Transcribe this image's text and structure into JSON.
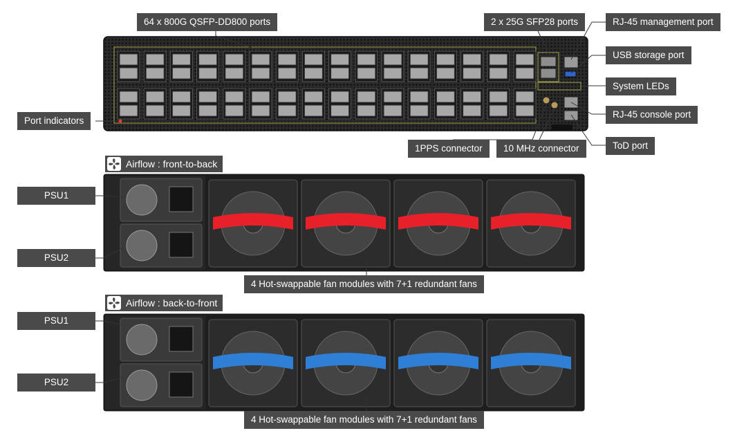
{
  "front": {
    "ports_label": "64 x 800G QSFP-DD800 ports",
    "sfp_label": "2 x 25G SFP28 ports",
    "mgmt_label": "RJ-45 management port",
    "usb_label": "USB storage port",
    "leds_label": "System LEDs",
    "console_label": "RJ-45 console port",
    "tod_label": "ToD port",
    "pps_label": "1PPS connector",
    "mhz_label": "10 MHz connector",
    "indicators_label": "Port indicators"
  },
  "rear_f2b": {
    "airflow_label": "Airflow : front-to-back",
    "psu1_label": "PSU1",
    "psu2_label": "PSU2",
    "fans_label": "4 Hot-swappable fan modules with 7+1 redundant fans",
    "handle_color": "#e8202a"
  },
  "rear_b2f": {
    "airflow_label": "Airflow : back-to-front",
    "psu1_label": "PSU1",
    "psu2_label": "PSU2",
    "fans_label": "4 Hot-swappable fan modules with 7+1 redundant fans",
    "handle_color": "#2f7fd6"
  }
}
